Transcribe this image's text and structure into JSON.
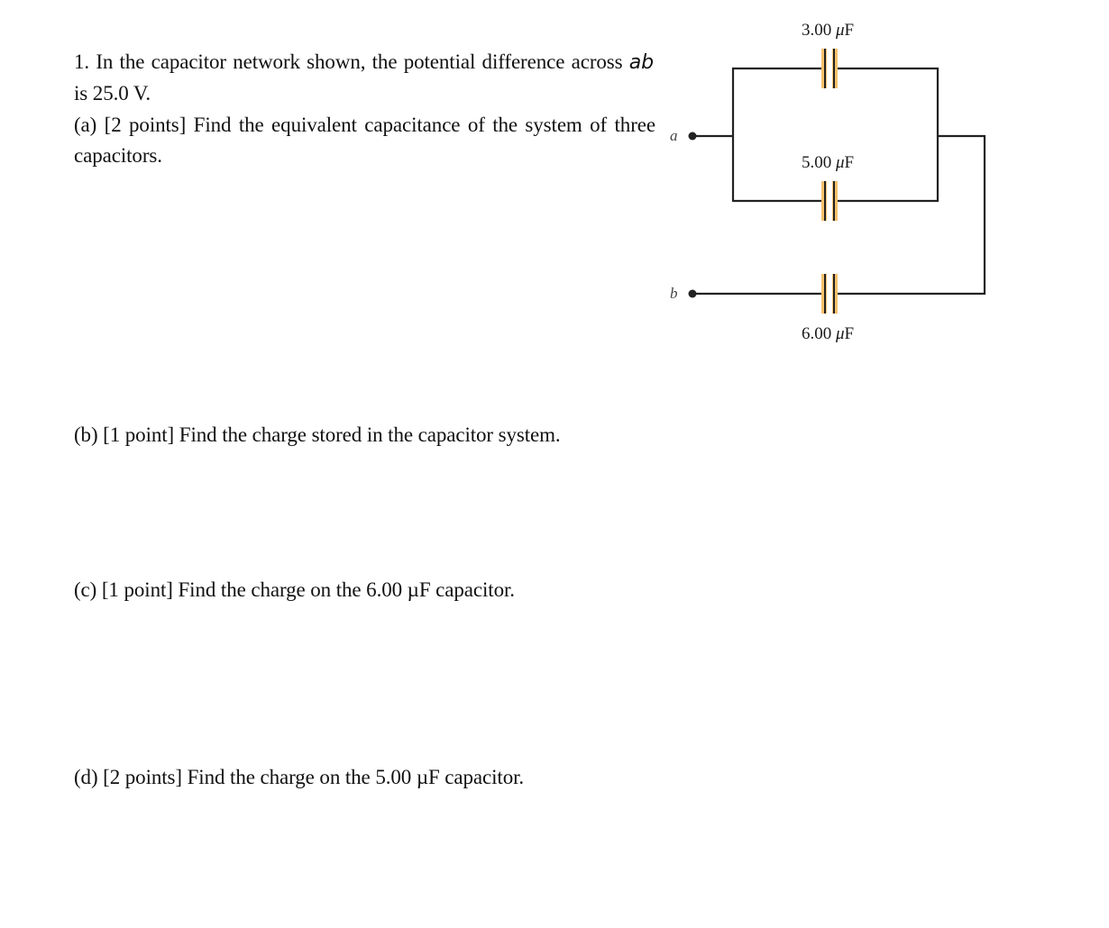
{
  "question": {
    "intro_prefix": "1. In the capacitor network shown, the potential difference across ",
    "intro_var": "ab",
    "intro_suffix": " is 25.0 V.",
    "part_a": "(a) [2 points] Find the equivalent capacitance of the system of three capacitors.",
    "part_b": "(b) [1 point] Find the charge stored in the capacitor system.",
    "part_c": "(c) [1 point] Find the charge on the 6.00 µF capacitor.",
    "part_d": "(d) [2 points] Find the charge on the 5.00 µF capacitor."
  },
  "diagram": {
    "node_a": "a",
    "node_b": "b",
    "cap_top": {
      "value": "3.00 ",
      "unit_mu": "μ",
      "unit": "F"
    },
    "cap_middle": {
      "value": "5.00 ",
      "unit_mu": "μ",
      "unit": "F"
    },
    "cap_bottom": {
      "value": "6.00 ",
      "unit_mu": "μ",
      "unit": "F"
    },
    "colors": {
      "wire": "#222222",
      "plate_fill": "#f5c16e"
    }
  }
}
